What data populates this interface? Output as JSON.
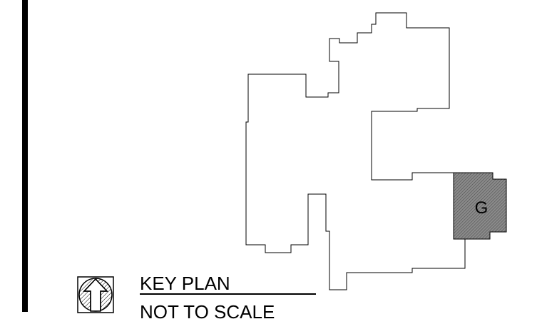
{
  "key_plan": {
    "title": "KEY PLAN",
    "scale_note": "NOT TO SCALE"
  },
  "highlighted_area": {
    "label": "G",
    "fill_color": "#888888"
  },
  "north_arrow": {
    "icon": "north-arrow-icon"
  }
}
